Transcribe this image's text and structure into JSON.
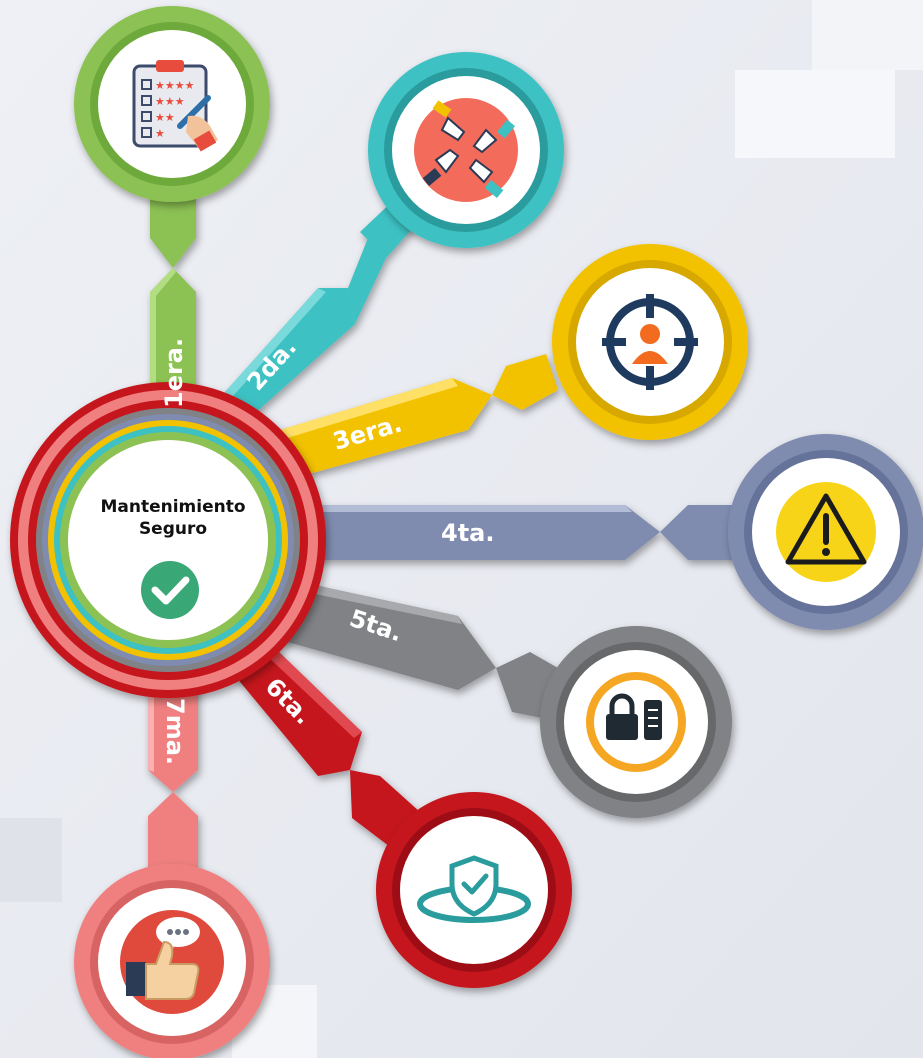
{
  "center": {
    "title_line1": "Mantenimiento",
    "title_line2": "Seguro",
    "check_icon": "check-circle-icon"
  },
  "steps": [
    {
      "id": "1",
      "label": "1era.",
      "color": "#8cc152",
      "icon": "checklist-clipboard-icon"
    },
    {
      "id": "2",
      "label": "2da.",
      "color": "#3ec1c3",
      "icon": "teamwork-hands-icon"
    },
    {
      "id": "3",
      "label": "3era.",
      "color": "#f2c200",
      "icon": "target-person-icon"
    },
    {
      "id": "4",
      "label": "4ta.",
      "color": "#7f8caf",
      "icon": "warning-triangle-icon"
    },
    {
      "id": "5",
      "label": "5ta.",
      "color": "#808285",
      "icon": "padlock-tag-icon"
    },
    {
      "id": "6",
      "label": "6ta.",
      "color": "#c4161c",
      "icon": "shield-check-icon"
    },
    {
      "id": "7",
      "label": "7ma.",
      "color": "#f08080",
      "icon": "thumbs-up-chat-icon"
    }
  ]
}
